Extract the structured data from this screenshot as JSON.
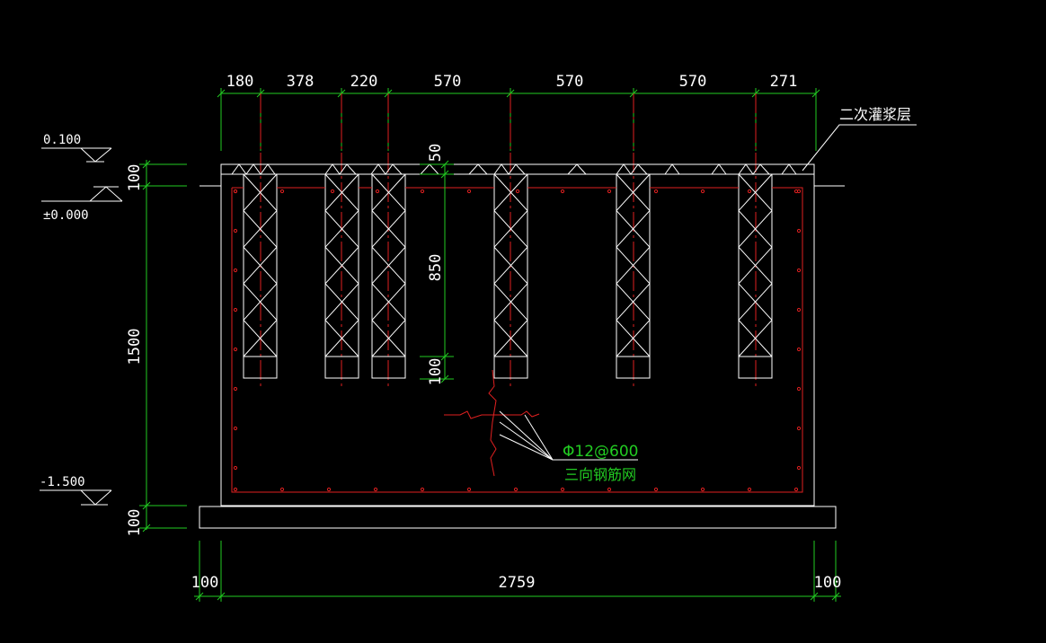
{
  "top_dimensions": [
    "180",
    "378",
    "220",
    "570",
    "570",
    "570",
    "271"
  ],
  "bottom_dimensions": {
    "left": "100",
    "total": "2759",
    "right": "100"
  },
  "elevations": {
    "top": "0.100",
    "zero": "±0.000",
    "bottom": "-1.500"
  },
  "vertical_dimensions": {
    "cap": "100",
    "height": "1500",
    "base": "100"
  },
  "inner_dimensions": {
    "top_gap": "50",
    "post_height": "850",
    "post_bottom": "100"
  },
  "labels": {
    "grout_layer": "二次灌浆层",
    "rebar_spec": "Φ12@600",
    "rebar_desc": "三向钢筋网"
  },
  "colors": {
    "dimension": "#22cc22",
    "centerline": "#e02020",
    "outline": "#ffffff",
    "background": "#000000"
  }
}
